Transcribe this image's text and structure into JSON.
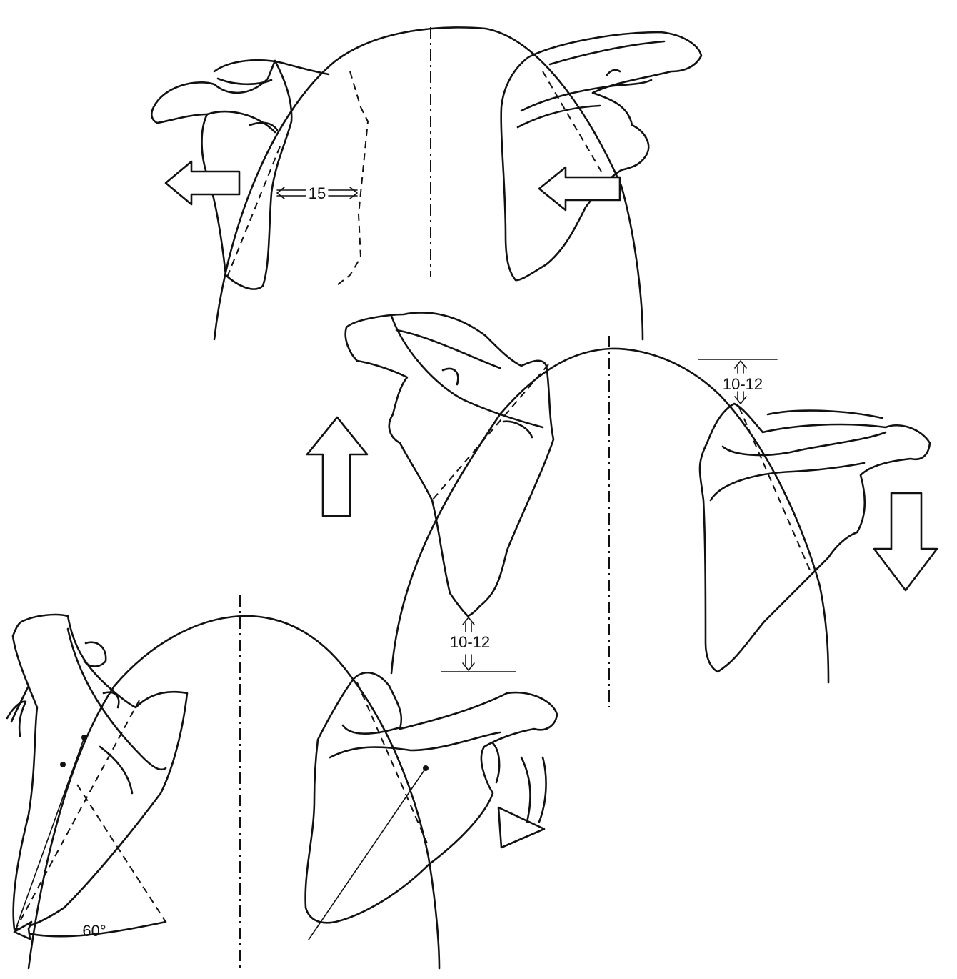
{
  "panels": {
    "top": {
      "gap_label": "15"
    },
    "middle": {
      "upper_gap_label": "10-12",
      "lower_gap_label": "10-12"
    },
    "bottom": {
      "angle_label": "60°"
    }
  },
  "colors": {
    "ink": "#111111",
    "background": "#ffffff"
  }
}
